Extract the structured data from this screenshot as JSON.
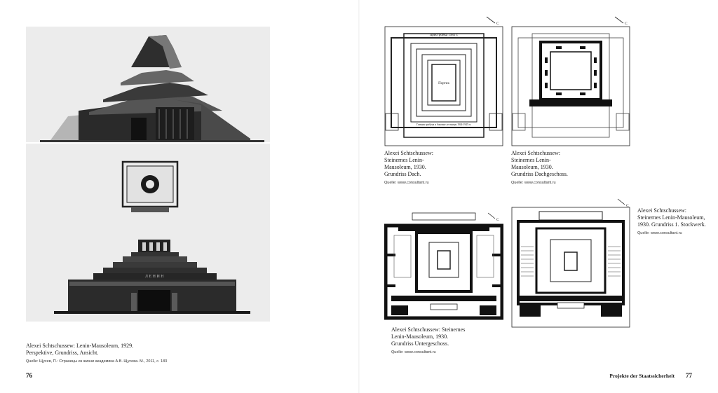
{
  "page": {
    "left_number": "76",
    "right_number": "77",
    "running_head": "Projekte der Staatssicherheit"
  },
  "figures": [
    {
      "id": "fig1",
      "caption": "Alexei Schtschussew: Lenin-Mausoleum, 1929.\nPerspektive, Grundriss, Ansicht.",
      "source": "Quelle: Щусев, П.: Страницы из жизни академика А.В. Щусева. М., 2011, с. 183"
    },
    {
      "id": "fig2",
      "caption": "Alexei Schtschussew:\nSteinernes Lenin-\nMausoleum, 1930.\nGrundriss Dach.",
      "source": "Quelle: www.consultant.ru",
      "labels": {
        "top": "Пристройка 1983 г.",
        "center": "Портик",
        "bottom": "Главная трибуна и боковые лестницы 1944-1945 гг.",
        "north": "С"
      }
    },
    {
      "id": "fig3",
      "caption": "Alexei Schtschussew:\nSteinernes Lenin-\nMausoleum, 1930.\nGrundriss Dachgeschoss.",
      "source": "Quelle: www.consultant.ru",
      "labels": {
        "north": "С"
      }
    },
    {
      "id": "fig4",
      "caption": "Alexei Schtschussew: Steinernes\nLenin-Mausoleum, 1930.\nGrundriss Untergeschoss.",
      "source": "Quelle: www.consultant.ru",
      "labels": {
        "north": "С"
      }
    },
    {
      "id": "fig5",
      "caption": "Alexei Schtschussew:\nSteinernes Lenin-Mausoleum,\n1930. Grundriss 1. Stockwerk.",
      "source": "Quelle: www.consultant.ru",
      "labels": {
        "north": "С"
      }
    }
  ],
  "elevation_text": "ЛЕНИН"
}
